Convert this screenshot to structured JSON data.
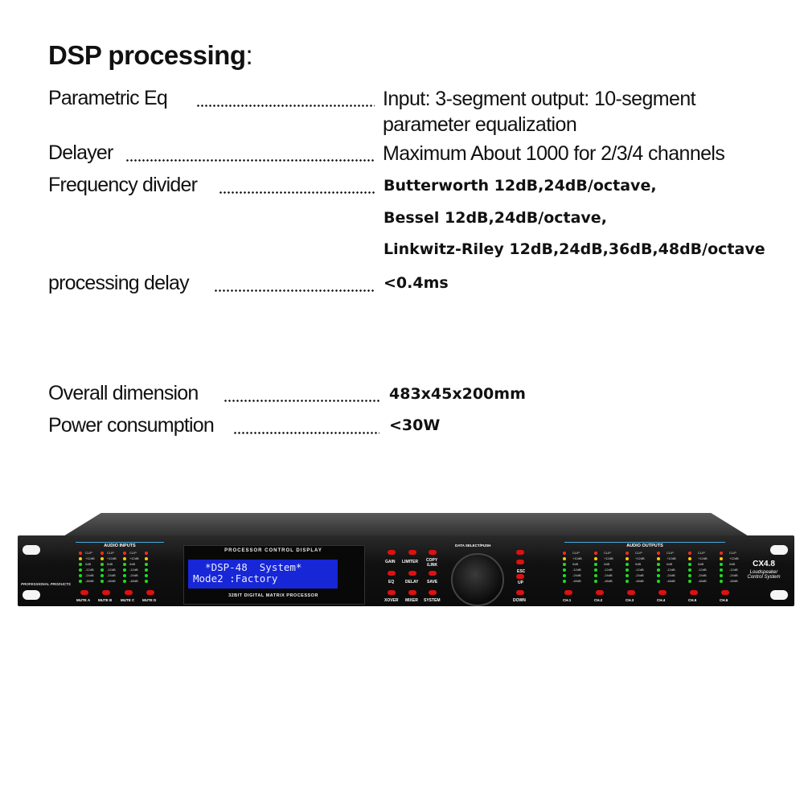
{
  "heading": {
    "title": "DSP processing",
    "colon": ":"
  },
  "specs": [
    {
      "label": "Parametric  Eq",
      "values": [
        "Input: 3-segment output: 10-segment",
        "parameter equalization"
      ]
    },
    {
      "label": "Delayer",
      "values": [
        "Maximum  About 1000 for 2/3/4 channels"
      ]
    },
    {
      "label": "Frequency  divider",
      "values": [
        "Butterworth 12dB,24dB/octave,",
        "Bessel 12dB,24dB/octave,",
        "Linkwitz-Riley 12dB,24dB,36dB,48dB/octave"
      ]
    },
    {
      "label": "processing  delay",
      "values": [
        "<0.4ms"
      ]
    },
    {
      "label": "Overall  dimension",
      "values": [
        "483x45x200mm"
      ]
    },
    {
      "label": "Power  consumption",
      "values": [
        "<30W"
      ]
    }
  ],
  "device": {
    "inputs_label": "AUDIO INPUTS",
    "outputs_label": "AUDIO OUTPUTS",
    "professional": "PROFESSIONAL PRODUCTS",
    "display_title": "PROCESSOR CONTROL DISPLAY",
    "display_sub": "32BIT DIGITAL MATRIX PROCESSOR",
    "lcd_line1": "  *DSP-48  System*",
    "lcd_line2": "Mode2 :Factory",
    "data_select": "DATA SELECT/PUSH",
    "meter_levels": [
      "CLIP",
      "+12dB",
      "0dB",
      "-12dB",
      "-24dB",
      "-48dB"
    ],
    "mutes": [
      "MUTE A",
      "MUTE B",
      "MUTE C",
      "MUTE D"
    ],
    "channels": [
      "CH.1",
      "CH.2",
      "CH.3",
      "CH.4",
      "CH.5",
      "CH.6"
    ],
    "buttons": {
      "gain": "GAIN",
      "limiter": "LIMITER",
      "copy": "COPY",
      "link": "/LINK",
      "eq": "EQ",
      "delay": "DELAY",
      "save": "SAVE",
      "xover": "XOVER",
      "mixer": "MIXER",
      "system": "SYSTEM",
      "esc": "ESC",
      "up": "UP",
      "down": "DOWN"
    },
    "model": "CX4.8",
    "tagline1": "Loudspeaker",
    "tagline2": "Control System",
    "colors": {
      "lcd": "#1726d6",
      "button": "#dd1111",
      "led_green": "#22dd22",
      "led_red": "#ff2a2a",
      "led_yellow": "#ffcc00"
    }
  }
}
